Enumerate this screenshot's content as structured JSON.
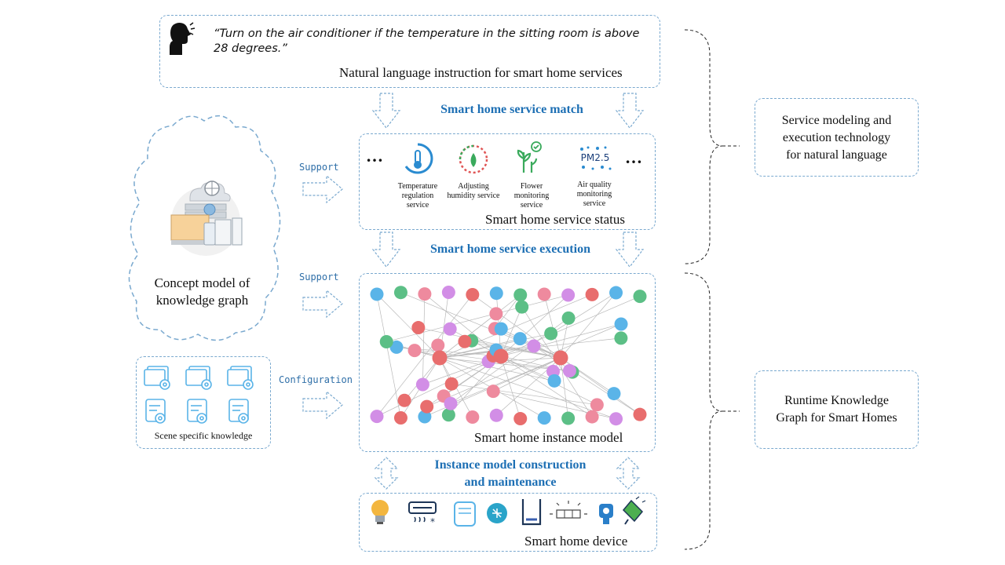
{
  "instruction": {
    "quote": "“Turn on the air conditioner if the temperature in the sitting room is above 28 degrees.”",
    "caption": "Natural language instruction for smart home services"
  },
  "flow": {
    "match_title": "Smart home service match",
    "execution_title": "Smart home service execution",
    "construction_title_line1": "Instance model construction",
    "construction_title_line2": "and maintenance"
  },
  "service_status": {
    "caption": "Smart home service status",
    "ellipsis": "…",
    "services": [
      {
        "label": "Temperature regulation service",
        "icon": "thermometer-icon"
      },
      {
        "label": "Adjusting humidity service",
        "icon": "humidity-icon"
      },
      {
        "label": "Flower monitoring service",
        "icon": "flower-icon"
      },
      {
        "label": "Air quality monitoring service",
        "icon": "pm25-icon"
      }
    ],
    "pm_text": "PM2.5"
  },
  "instance_model": {
    "caption": "Smart home instance model"
  },
  "device": {
    "caption": "Smart home device"
  },
  "concept": {
    "caption_line1": "Concept model of",
    "caption_line2": "knowledge graph"
  },
  "arrows": {
    "support_1": "Support",
    "support_2": "Support",
    "configuration": "Configuration"
  },
  "scene": {
    "caption": "Scene specific knowledge"
  },
  "side_boxes": {
    "service_modeling": [
      "Service modeling and",
      "execution technology",
      "for natural language"
    ],
    "runtime_kg": [
      "Runtime Knowledge",
      "Graph for Smart Homes"
    ]
  },
  "colors": {
    "border": "#7aa9cf",
    "title_blue": "#1d6fb4",
    "node_blue": "#5ab4e8",
    "node_purple": "#d28ee6",
    "node_green": "#5cbf86",
    "node_red": "#e86d6d",
    "node_pink": "#ee8a9e"
  }
}
